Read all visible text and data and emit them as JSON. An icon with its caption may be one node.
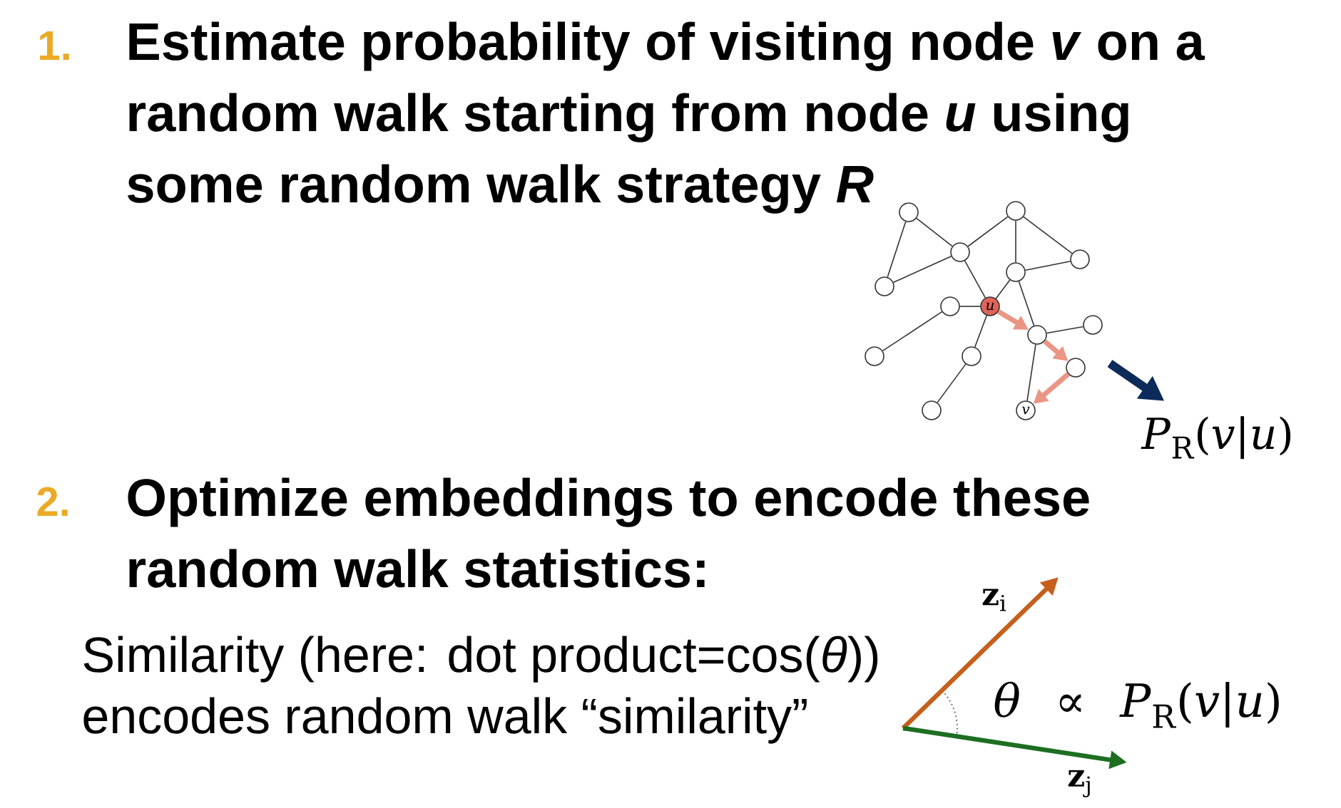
{
  "diagram": {
    "nodes": [
      {
        "text": [],
        "shape": "circle"
      },
      {
        "text": [],
        "shape": "circle"
      },
      {
        "text": [],
        "shape": "circle"
      },
      {
        "text": [],
        "shape": "circle"
      },
      {
        "text": [],
        "shape": "circle"
      },
      {
        "text": [],
        "shape": "circle"
      },
      {
        "text": [],
        "shape": "circle"
      },
      {
        "text": [
          "u"
        ]
      },
      {
        "text": [],
        "shape": "circle"
      },
      {
        "text": [],
        "shape": "circle"
      },
      {
        "text": [],
        "shape": "circle"
      },
      {
        "text": [],
        "shape": "circle"
      },
      {
        "text": [],
        "shape": "circle"
      },
      {
        "text": [],
        "shape": "circle"
      },
      {
        "text": [
          "v"
        ]
      },
      {
        "text": [
          "*P*$_{R}$(*v*|*u*)"
        ]
      }
    ],
    "edges": [
      {
        "from": 0,
        "to": 2,
        "arrow": "none"
      },
      {
        "from": 0,
        "to": 5,
        "arrow": "none"
      },
      {
        "from": 2,
        "to": 5,
        "arrow": "none"
      },
      {
        "from": 1,
        "to": 2,
        "arrow": "none"
      },
      {
        "from": 1,
        "to": 3,
        "arrow": "none"
      },
      {
        "from": 1,
        "to": 4,
        "arrow": "none"
      },
      {
        "from": 3,
        "to": 4,
        "arrow": "none"
      },
      {
        "from": 2,
        "to": 7,
        "arrow": "none"
      },
      {
        "from": 4,
        "to": 7,
        "arrow": "none"
      },
      {
        "from": 6,
        "to": 7,
        "arrow": "none"
      },
      {
        "from": 7,
        "to": 11,
        "arrow": "none"
      },
      {
        "from": 4,
        "to": 9,
        "arrow": "none"
      },
      {
        "from": 8,
        "to": 9,
        "arrow": "none"
      },
      {
        "from": 9,
        "to": 14,
        "arrow": "none"
      },
      {
        "from": 6,
        "to": 10,
        "arrow": "none"
      },
      {
        "from": 11,
        "to": 13,
        "arrow": "none"
      },
      {
        "from": 7,
        "to": 9,
        "arrow": "to",
        "style": "thick",
        "color": "#eb9585"
      },
      {
        "from": 9,
        "to": 12,
        "arrow": "to",
        "style": "thick",
        "color": "#eb9585"
      },
      {
        "from": 12,
        "to": 14,
        "arrow": "to",
        "style": "thick",
        "color": "#eb9585"
      },
      {
        "from": null,
        "to": 15,
        "arrow": "to",
        "style": "thick",
        "color": "#0c2b5a"
      }
    ],
    "labels": [
      "1.",
      "Estimate probability of visiting node *v* on a random walk starting from node *u* using some random walk strategy *R*",
      "2.",
      "Optimize embeddings to encode these random walk statistics:",
      "Similarity (here: dot product=cos(*θ*)) encodes random walk “similarity”",
      "**z**$_{i}$",
      "*θ* ∝ *P*$_{R}$(*v*|*u*)",
      "**z**$_{j}$"
    ]
  }
}
